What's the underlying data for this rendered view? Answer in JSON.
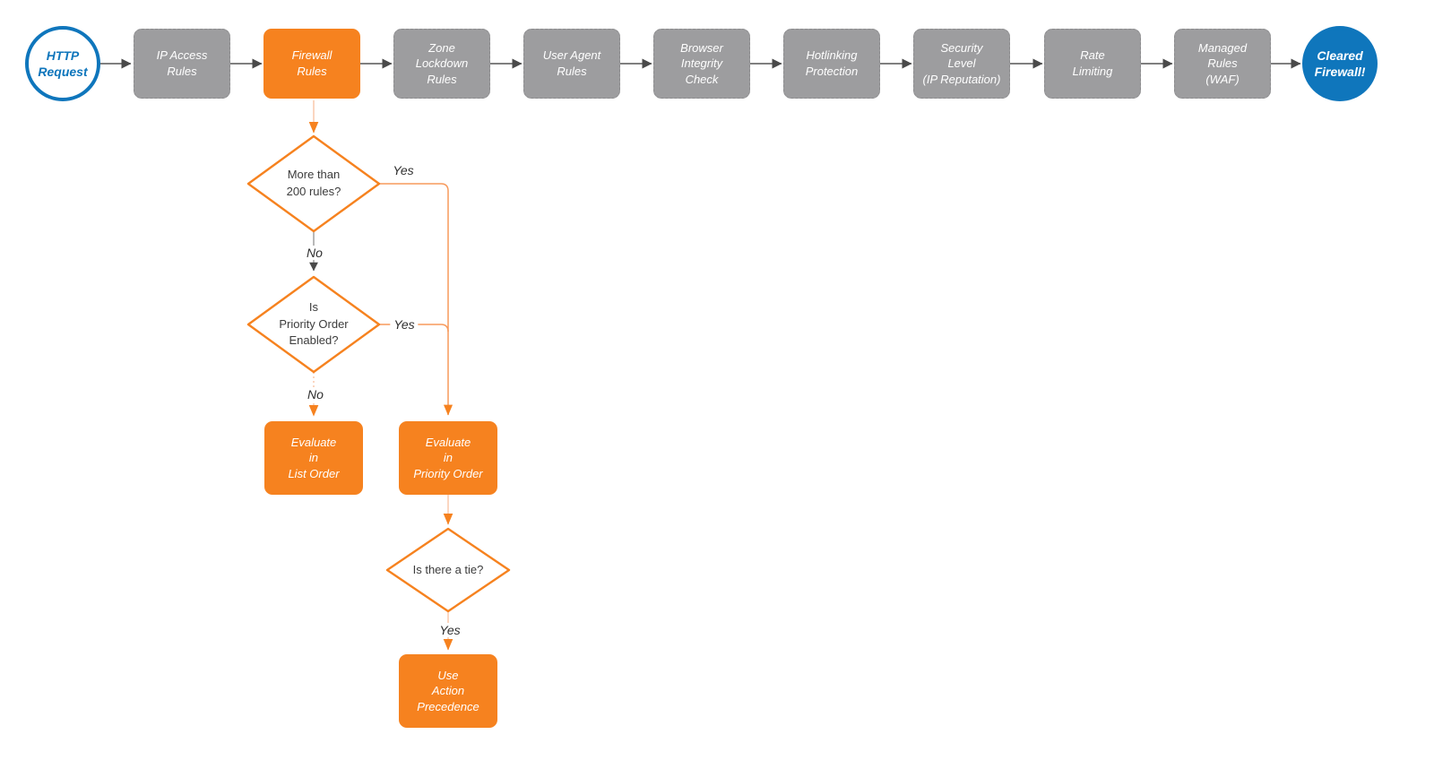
{
  "diagram_title": "Firewall request evaluation flowchart",
  "colors": {
    "accent_orange": "#f6821f",
    "orange_line_light": "#facbb0",
    "orange_line_mid": "#f79a5c",
    "gray_node": "#9d9d9f",
    "gray_line": "#555555",
    "arrow_dark": "#4a4a4a",
    "brand_blue": "#0f76bc",
    "text_dark": "#3c3c3c",
    "background": "#ffffff"
  },
  "pipeline": {
    "nodes": [
      {
        "id": "http-request",
        "label": "HTTP\nRequest",
        "shape": "circle",
        "style": "blue-outline"
      },
      {
        "id": "ip-access-rules",
        "label": "IP Access\nRules",
        "shape": "box",
        "style": "gray"
      },
      {
        "id": "firewall-rules",
        "label": "Firewall\nRules",
        "shape": "box",
        "style": "orange"
      },
      {
        "id": "zone-lockdown-rules",
        "label": "Zone\nLockdown\nRules",
        "shape": "box",
        "style": "gray"
      },
      {
        "id": "user-agent-rules",
        "label": "User Agent\nRules",
        "shape": "box",
        "style": "gray"
      },
      {
        "id": "browser-integrity-check",
        "label": "Browser\nIntegrity\nCheck",
        "shape": "box",
        "style": "gray"
      },
      {
        "id": "hotlinking-protection",
        "label": "Hotlinking\nProtection",
        "shape": "box",
        "style": "gray"
      },
      {
        "id": "security-level",
        "label": "Security\nLevel\n(IP Reputation)",
        "shape": "box",
        "style": "gray"
      },
      {
        "id": "rate-limiting",
        "label": "Rate\nLimiting",
        "shape": "box",
        "style": "gray"
      },
      {
        "id": "managed-rules-waf",
        "label": "Managed\nRules\n(WAF)",
        "shape": "box",
        "style": "gray"
      },
      {
        "id": "cleared-firewall",
        "label": "Cleared\nFirewall!",
        "shape": "circle",
        "style": "blue-filled"
      }
    ]
  },
  "firewall_rules_branch": {
    "decisions": [
      {
        "id": "more-than-200-rules",
        "label": "More than\n200 rules?"
      },
      {
        "id": "priority-order-enabled",
        "label": "Is\nPriority Order\nEnabled?"
      },
      {
        "id": "is-there-a-tie",
        "label": "Is there a tie?"
      }
    ],
    "actions": [
      {
        "id": "evaluate-in-list-order",
        "label": "Evaluate\nin\nList Order"
      },
      {
        "id": "evaluate-in-priority-order",
        "label": "Evaluate\nin\nPriority Order"
      },
      {
        "id": "use-action-precedence",
        "label": "Use\nAction\nPrecedence"
      }
    ],
    "edge_labels": [
      {
        "id": "more-than-200-yes",
        "label": "Yes"
      },
      {
        "id": "more-than-200-no",
        "label": "No"
      },
      {
        "id": "priority-order-yes",
        "label": "Yes"
      },
      {
        "id": "priority-order-no",
        "label": "No"
      },
      {
        "id": "tie-yes",
        "label": "Yes"
      }
    ]
  }
}
